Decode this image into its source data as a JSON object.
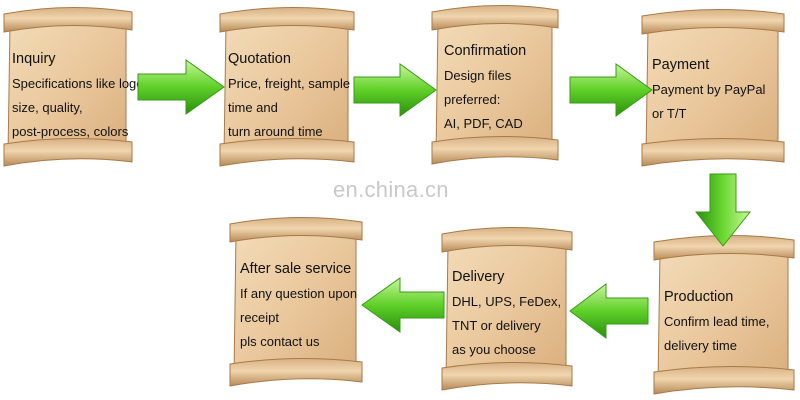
{
  "steps": [
    {
      "title": "Inquiry",
      "lines": [
        "Specifications like logo",
        "size, quality,",
        "post-process, colors"
      ]
    },
    {
      "title": "Quotation",
      "lines": [
        "Price, freight, sample",
        "time and",
        "turn around time"
      ]
    },
    {
      "title": "Confirmation",
      "lines": [
        "Design files",
        "preferred:",
        "AI, PDF, CAD"
      ]
    },
    {
      "title": "Payment",
      "lines": [
        "Payment by PayPal",
        "or T/T"
      ]
    },
    {
      "title": "Production",
      "lines": [
        "Confirm lead time,",
        "delivery time"
      ]
    },
    {
      "title": "Delivery",
      "lines": [
        "DHL, UPS, FeDex,",
        "TNT or delivery",
        "as you choose"
      ]
    },
    {
      "title": "After sale service",
      "lines": [
        "If any question upon",
        "receipt",
        "pls contact us"
      ]
    }
  ],
  "watermark": "en.china.cn",
  "colors": {
    "parchment": "#e9c79d",
    "parchment_dark": "#b98d5a",
    "arrow_light": "#b6f27a",
    "arrow_dark": "#2f9e12"
  }
}
